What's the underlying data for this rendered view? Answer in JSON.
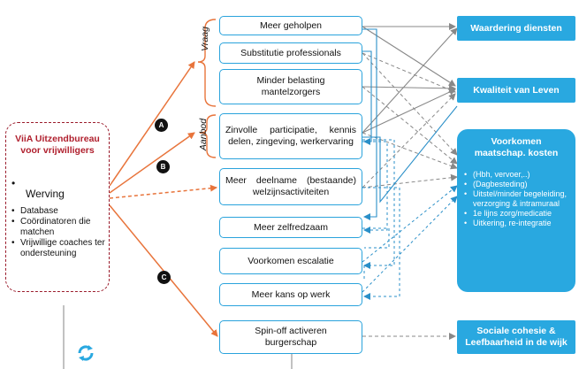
{
  "organization": {
    "title": "ViiA Uitzendbureau\nvoor vrijwilligers",
    "items": [
      "Werving",
      "Database",
      "Coördinatoren die matchen",
      "Vrijwillige coaches ter ondersteuning"
    ]
  },
  "markers": [
    "A",
    "B",
    "C"
  ],
  "groups": {
    "vraag": "Vraag",
    "aanbod": "Aanbod"
  },
  "nodes": {
    "meer_geholpen": "Meer geholpen",
    "substitutie": "Substitutie professionals",
    "minder_belasting": "Minder belasting\nmantelzorgers",
    "zinvolle_participatie": "Zinvolle participatie, kennis delen, zingeving, werkervaring",
    "meer_deelname": "Meer deelname (bestaande) welzijnsactiviteiten",
    "meer_zelfredzaam": "Meer zelfredzaam",
    "voorkomen_escalatie": "Voorkomen escalatie",
    "meer_kans_werk": "Meer kans op werk",
    "spin_off": "Spin-off activeren\nburgerschap"
  },
  "outcomes": {
    "waardering": "Waardering diensten",
    "kwaliteit": "Kwaliteit van Leven",
    "voorkomen_kosten": {
      "title": "Voorkomen\nmaatschap. kosten",
      "items": [
        "(Hbh, vervoer,..)",
        "(Dagbesteding)",
        "Uitstel/minder begeleiding, verzorging & intramuraal",
        "1e lijns zorg/medicatie",
        "Uitkering, re-integratie"
      ]
    },
    "sociale_cohesie": "Sociale cohesie &\nLeefbaarheid in de wijk"
  },
  "colors": {
    "accent_blue": "#29a8e0",
    "arrow_orange": "#e8743b",
    "org_red": "#b0202e",
    "arrow_grey": "#888888"
  },
  "icons": [
    "cycle-arrows-icon"
  ]
}
